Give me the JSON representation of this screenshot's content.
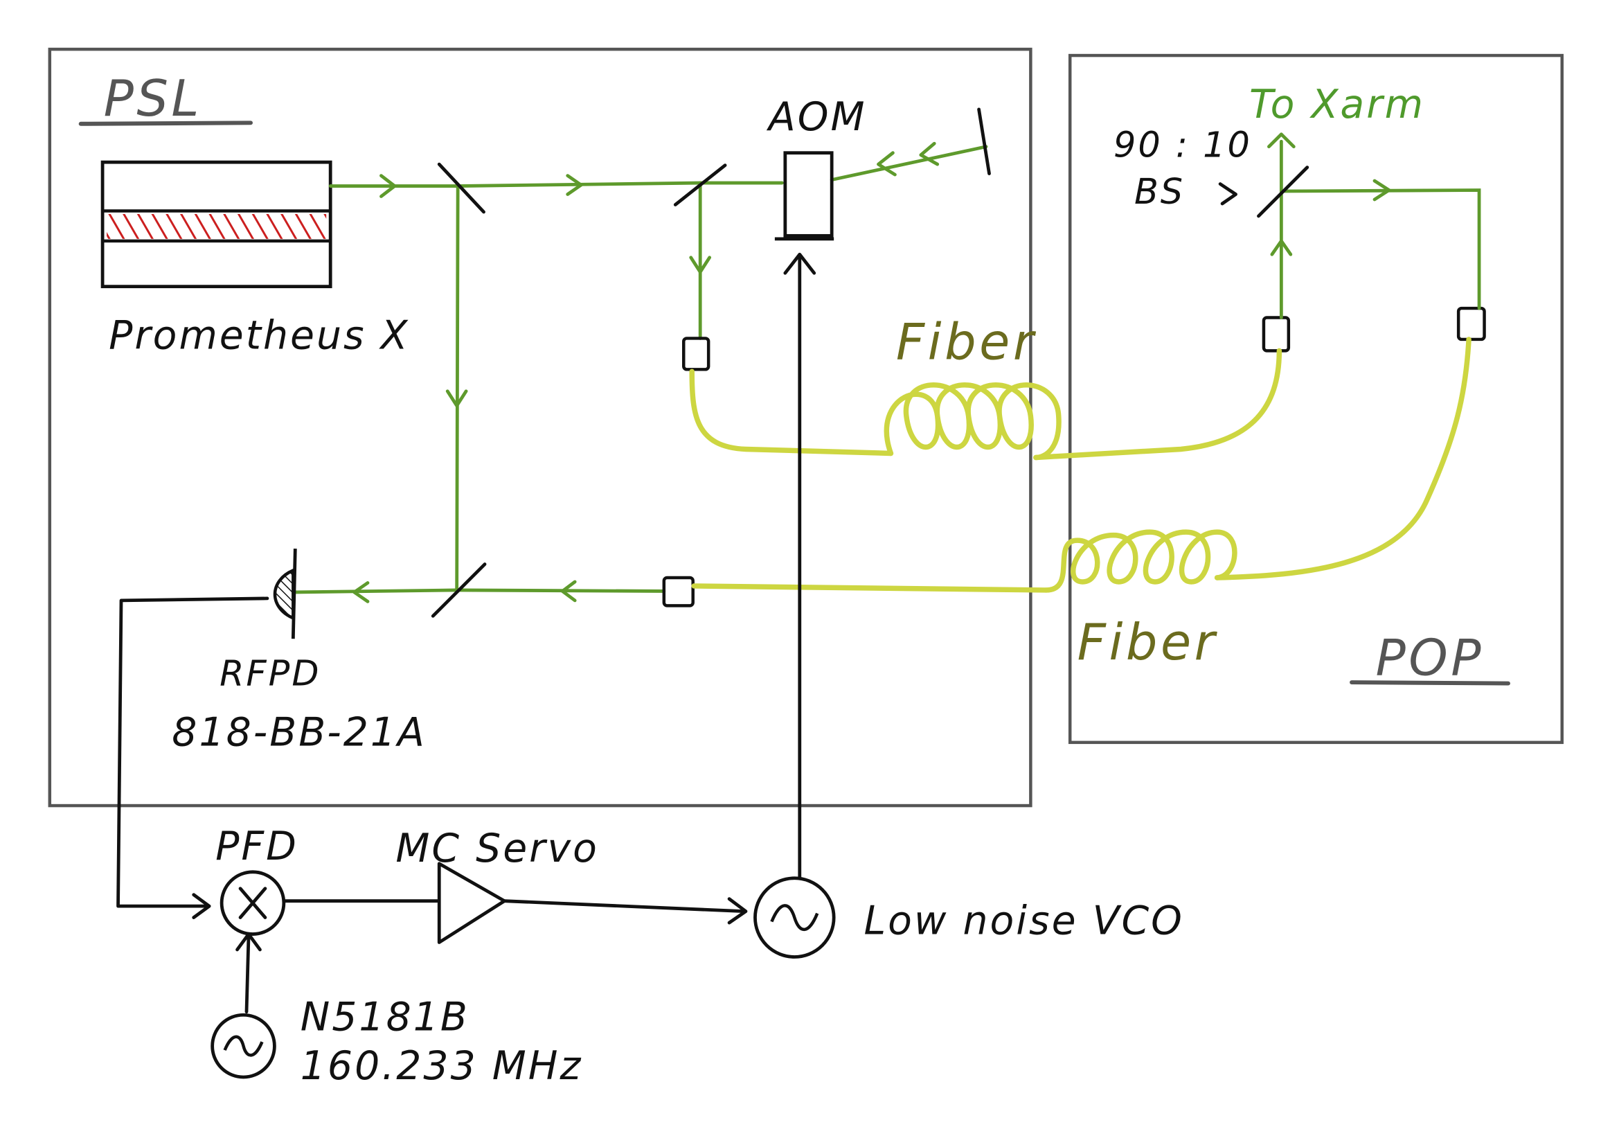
{
  "diagram": {
    "regions": {
      "psl": "PSL",
      "pop": "POP"
    },
    "components": {
      "laser": "Prometheus X",
      "aom": "AOM",
      "rfpd": "RFPD",
      "rfpd_model": "818-BB-21A",
      "pfd": "PFD",
      "mc_servo": "MC Servo",
      "vco": "Low noise VCO",
      "signal_generator": "N5181B",
      "signal_frequency": "160.233 MHz",
      "bs_ratio": "90 : 10",
      "bs": "BS",
      "to_xarm": "To Xarm"
    },
    "fibers": {
      "upper": "Fiber",
      "lower": "Fiber"
    },
    "colors": {
      "beam": "#5e9a2c",
      "fiber": "#cdd641",
      "fiber_label": "#6b6b1e",
      "xarm_label": "#4f9a2c",
      "laser_gain_hatch": "#cc1f1f",
      "box_border": "#555555",
      "ink": "#111111"
    },
    "icons": {
      "pfd": "mixer-x-icon",
      "vco": "oscillator-sine-icon",
      "signal_generator": "oscillator-sine-icon",
      "mc_servo": "amplifier-triangle-icon",
      "rfpd": "photodiode-icon"
    }
  }
}
